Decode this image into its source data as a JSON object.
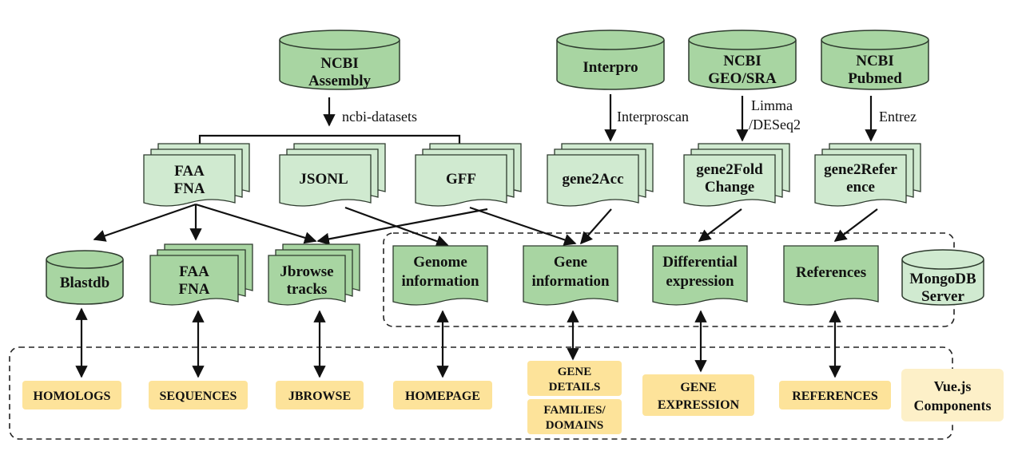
{
  "sources": {
    "ncbi_assembly": [
      "NCBI",
      "Assembly"
    ],
    "interpro": [
      "Interpro"
    ],
    "geo_sra": [
      "NCBI",
      "GEO/SRA"
    ],
    "pubmed": [
      "NCBI",
      "Pubmed"
    ]
  },
  "tools": {
    "ncbi_datasets": "ncbi-datasets",
    "interproscan": "Interproscan",
    "limma": [
      "Limma",
      "/DESeq2"
    ],
    "entrez": "Entrez"
  },
  "intermediate": {
    "faa_fna": [
      "FAA",
      "FNA"
    ],
    "jsonl": [
      "JSONL"
    ],
    "gff": [
      "GFF"
    ],
    "gene2acc": [
      "gene2Acc"
    ],
    "gene2fold": [
      "gene2Fold",
      "Change"
    ],
    "gene2ref": [
      "gene2Refer",
      "ence"
    ]
  },
  "storage": {
    "blastdb": [
      "Blastdb"
    ],
    "faa_fna": [
      "FAA",
      "FNA"
    ],
    "jbrowse": [
      "Jbrowse",
      "tracks"
    ],
    "genome_info": [
      "Genome",
      "information"
    ],
    "gene_info": [
      "Gene",
      "information"
    ],
    "diff_expr": [
      "Differential",
      "expression"
    ],
    "references": [
      "References"
    ],
    "mongodb": [
      "MongoDB",
      "Server"
    ]
  },
  "components": {
    "homologs": "HOMOLOGS",
    "sequences": "SEQUENCES",
    "jbrowse": "JBROWSE",
    "homepage": "HOMEPAGE",
    "gene_details": [
      "GENE",
      "DETAILS"
    ],
    "families": [
      "FAMILIES/",
      "DOMAINS"
    ],
    "gene_expression": [
      "GENE",
      "EXPRESSION"
    ],
    "references": "REFERENCES",
    "vue": [
      "Vue.js",
      "Components"
    ]
  },
  "colors": {
    "green": "#a8d5a2",
    "green_light": "#d0ead0",
    "green_stroke": "#2e3b2e",
    "yellow": "#fde39a",
    "yellow_light": "#fdf0c8"
  }
}
